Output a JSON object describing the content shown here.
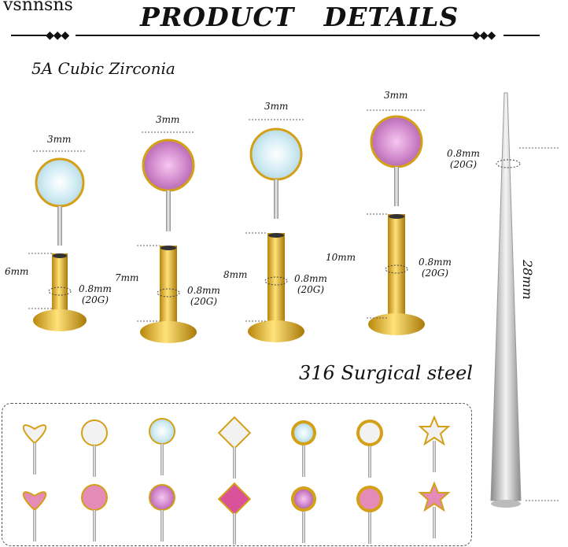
{
  "header": {
    "brand": "vsnnsns",
    "title": "PRODUCT   DETAILS"
  },
  "section1": {
    "label": "5A Cubic Zirconia"
  },
  "section2": {
    "label": "316 Surgical steel"
  },
  "products": [
    {
      "top_size": "3mm",
      "length": "6mm",
      "gauge_mm": "0.8mm",
      "gauge_g": "(20G)"
    },
    {
      "top_size": "3mm",
      "length": "7mm",
      "gauge_mm": "0.8mm",
      "gauge_g": "(20G)"
    },
    {
      "top_size": "3mm",
      "length": "8mm",
      "gauge_mm": "0.8mm",
      "gauge_g": "(20G)"
    },
    {
      "top_size": "3mm",
      "length": "10mm",
      "gauge_mm": "0.8mm",
      "gauge_g": "(20G)"
    }
  ],
  "taper": {
    "gauge_mm": "0.8mm",
    "gauge_g": "(20G)",
    "length": "28mm"
  },
  "colors": {
    "gold": "#d4a017",
    "opal_white": "#dff1f4",
    "opal_pink": "#d98fc9",
    "steel": "#c8c8c8",
    "pink_stone": "#e58bb8",
    "clear_stone": "#f2f2f2"
  },
  "tops_row1": [
    "heart-clear",
    "round-clear",
    "opal-white",
    "square-clear",
    "opal-bezel-white",
    "round-bezel-clear",
    "star-clear"
  ],
  "tops_row2": [
    "heart-pink",
    "round-pink",
    "opal-pink",
    "square-pink",
    "opal-bezel-pink",
    "round-bezel-pink",
    "star-pink"
  ]
}
